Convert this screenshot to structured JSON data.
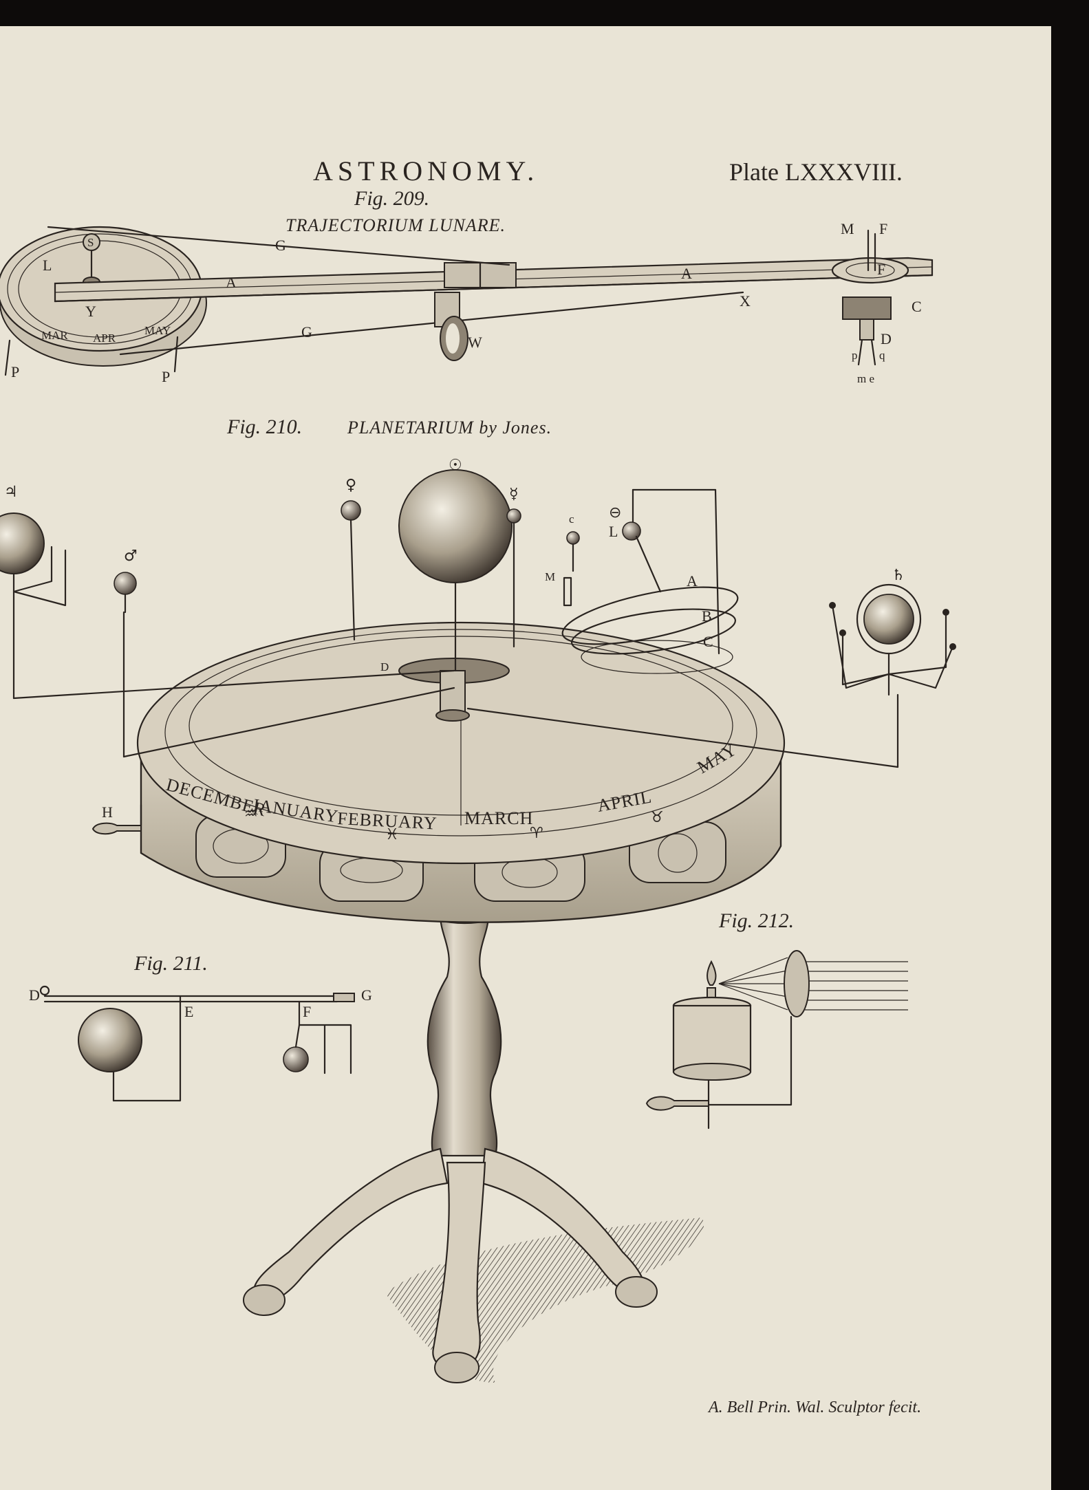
{
  "plate": {
    "title": "ASTRONOMY.",
    "plate_number": "Plate LXXXVIII.",
    "credit": "A. Bell Prin. Wal. Sculptor fecit."
  },
  "fig209": {
    "number": "Fig. 209.",
    "name": "TRAJECTORIUM LUNARE.",
    "labels": {
      "G1": "G",
      "G2": "G",
      "A1": "A",
      "A2": "A",
      "L": "L",
      "S": "S",
      "Y": "Y",
      "X": "X",
      "W": "W",
      "P1": "P",
      "P2": "P",
      "M": "M",
      "F1": "F",
      "F2": "F",
      "C": "C",
      "D": "D",
      "p": "p",
      "q": "q",
      "me": "m e"
    },
    "dial_months": [
      "MAR",
      "APR",
      "MAY"
    ]
  },
  "fig210": {
    "number": "Fig. 210.",
    "name": "PLANETARIUM by Jones.",
    "labels": {
      "sun": "☉",
      "venus": "♀",
      "mercury": "☿",
      "mars": "♂",
      "earth_sym": "⊖",
      "saturn": "♄",
      "jupiter": "♃",
      "L": "L",
      "M": "M",
      "c": "c",
      "A": "A",
      "B": "B",
      "C": "C",
      "H": "H",
      "D": "D"
    },
    "months_front": [
      "DECEMBER",
      "JANUARY",
      "FEBRUARY",
      "MARCH",
      "APRIL",
      "MAY"
    ],
    "zodiac_signs": [
      "♒",
      "♓",
      "♈",
      "♉"
    ]
  },
  "fig211": {
    "number": "Fig. 211.",
    "labels": {
      "D": "D",
      "E": "E",
      "F": "F",
      "G": "G"
    }
  },
  "fig212": {
    "number": "Fig. 212."
  }
}
